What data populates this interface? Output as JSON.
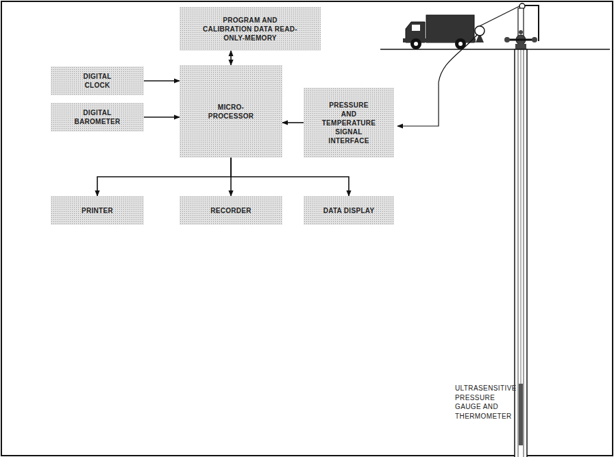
{
  "diagram": {
    "nodes": [
      {
        "text": [
          "PROGRAM AND CALIBRATION DATA READ-ONLY-MEMORY"
        ]
      },
      {
        "text": [
          "DIGITAL CLOCK"
        ]
      },
      {
        "text": [
          "MICRO- PROCESSOR"
        ]
      },
      {
        "text": [
          "DIGITAL BAROMETER"
        ]
      },
      {
        "text": [
          "PRESSURE AND TEMPERATURE SIGNAL INTERFACE"
        ]
      },
      {
        "text": [
          "PRINTER"
        ]
      },
      {
        "text": [
          "RECORDER"
        ]
      },
      {
        "text": [
          "DATA DISPLAY"
        ]
      }
    ],
    "edges": [
      {
        "from": 0,
        "to": 2,
        "arrow": "both"
      },
      {
        "from": 1,
        "to": 2,
        "arrow": "to"
      },
      {
        "from": 3,
        "to": 2,
        "arrow": "to"
      },
      {
        "from": 4,
        "to": 2,
        "arrow": "to"
      },
      {
        "from": 2,
        "to": 5,
        "arrow": "to"
      },
      {
        "from": 2,
        "to": 6,
        "arrow": "to"
      },
      {
        "from": 2,
        "to": 7,
        "arrow": "to"
      }
    ],
    "labels": [
      "ULTRASENSITIVE PRESSURE GAUGE AND THERMOMETER"
    ]
  }
}
